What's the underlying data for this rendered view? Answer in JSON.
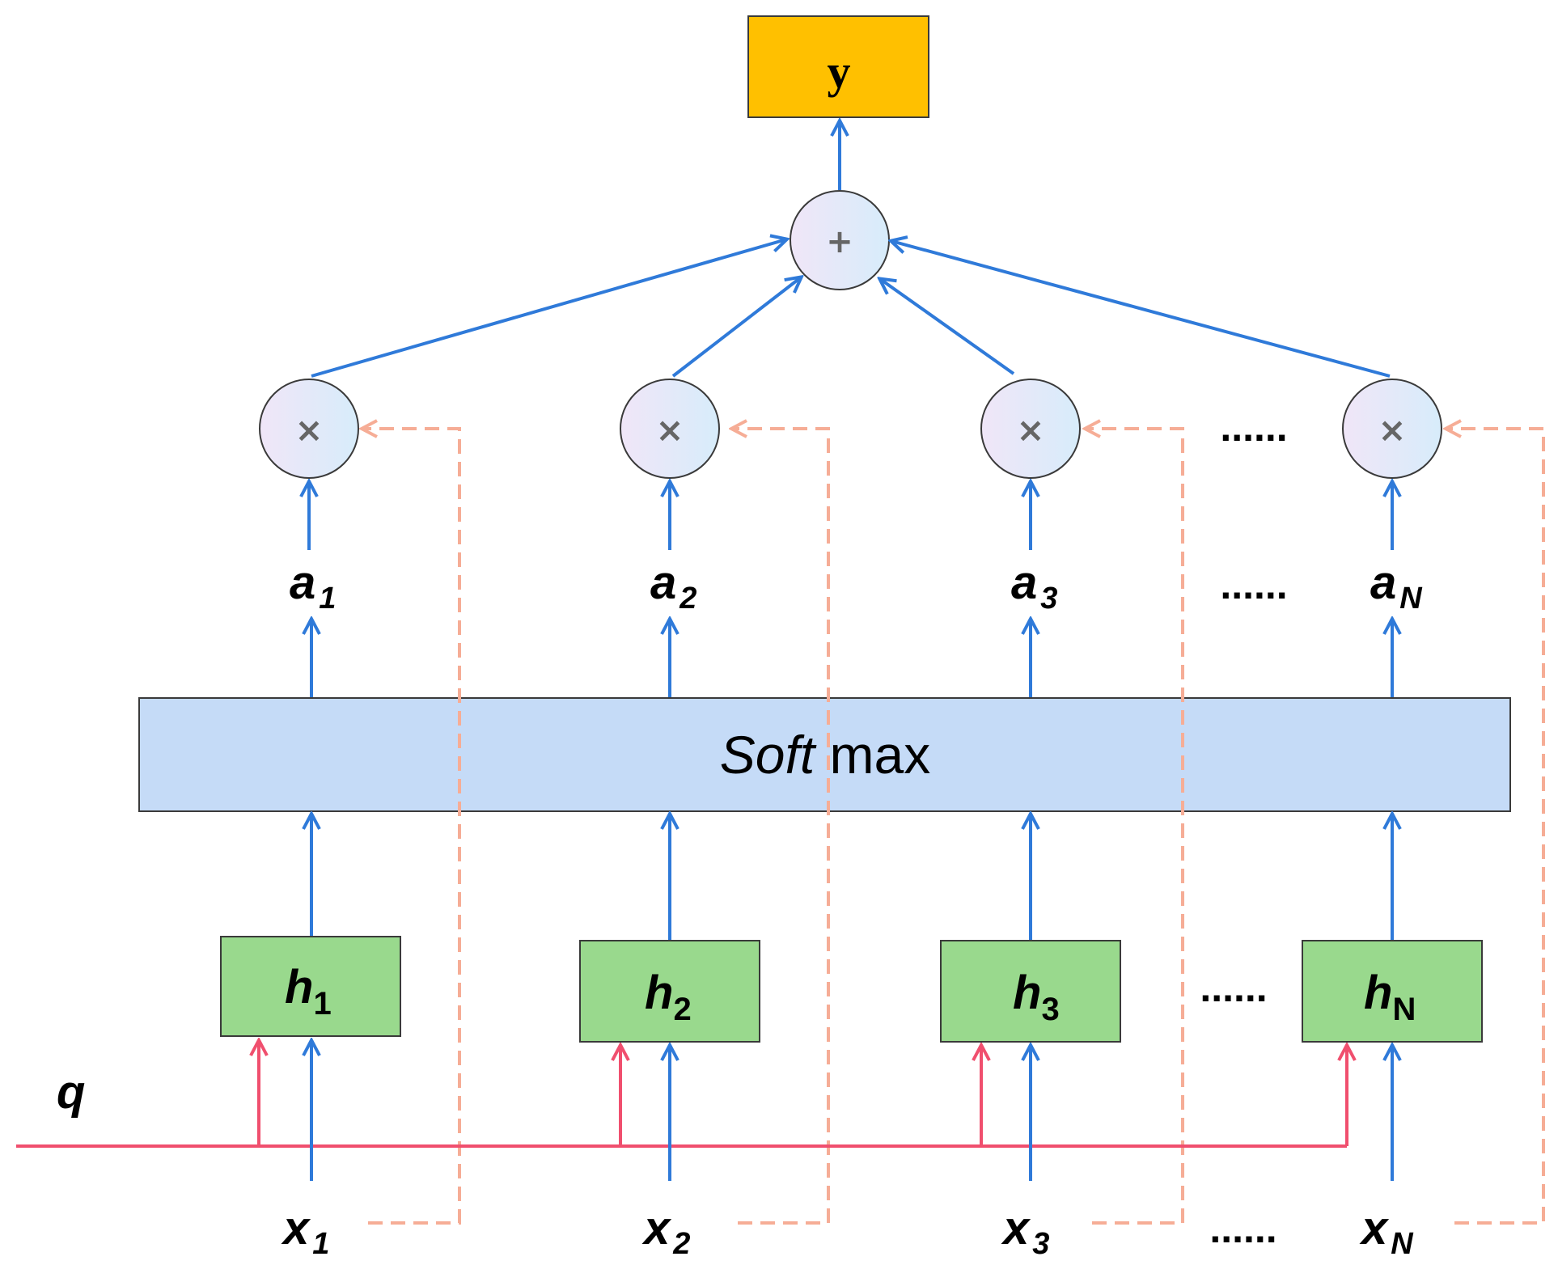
{
  "colors": {
    "blue_arrow": "#2f7ad9",
    "query_line": "#f04f6e",
    "dashed_skip": "#f6ad96",
    "output_box": "#ffc000",
    "softmax_box": "#c5dbf7",
    "h_box": "#99d98d",
    "op_circle_left": "#f0e6f8",
    "op_circle_right": "#d7ecfa"
  },
  "output": {
    "label": "y"
  },
  "sum_node": {
    "symbol": "+"
  },
  "mult_nodes": [
    {
      "symbol": "×"
    },
    {
      "symbol": "×"
    },
    {
      "symbol": "×"
    },
    {
      "symbol": "×"
    }
  ],
  "attention_weights": [
    {
      "base": "a",
      "sub": "1"
    },
    {
      "base": "a",
      "sub": "2"
    },
    {
      "base": "a",
      "sub": "3"
    },
    {
      "base": "a",
      "sub": "N"
    }
  ],
  "softmax": {
    "italic_part": "Soft",
    "plain_part": " max"
  },
  "hidden": [
    {
      "base": "h",
      "sub": "1"
    },
    {
      "base": "h",
      "sub": "2"
    },
    {
      "base": "h",
      "sub": "3"
    },
    {
      "base": "h",
      "sub": "N"
    }
  ],
  "inputs": [
    {
      "base": "x",
      "sub": "1"
    },
    {
      "base": "x",
      "sub": "2"
    },
    {
      "base": "x",
      "sub": "3"
    },
    {
      "base": "x",
      "sub": "N"
    }
  ],
  "query": {
    "label": "q"
  },
  "ellipsis": "......"
}
